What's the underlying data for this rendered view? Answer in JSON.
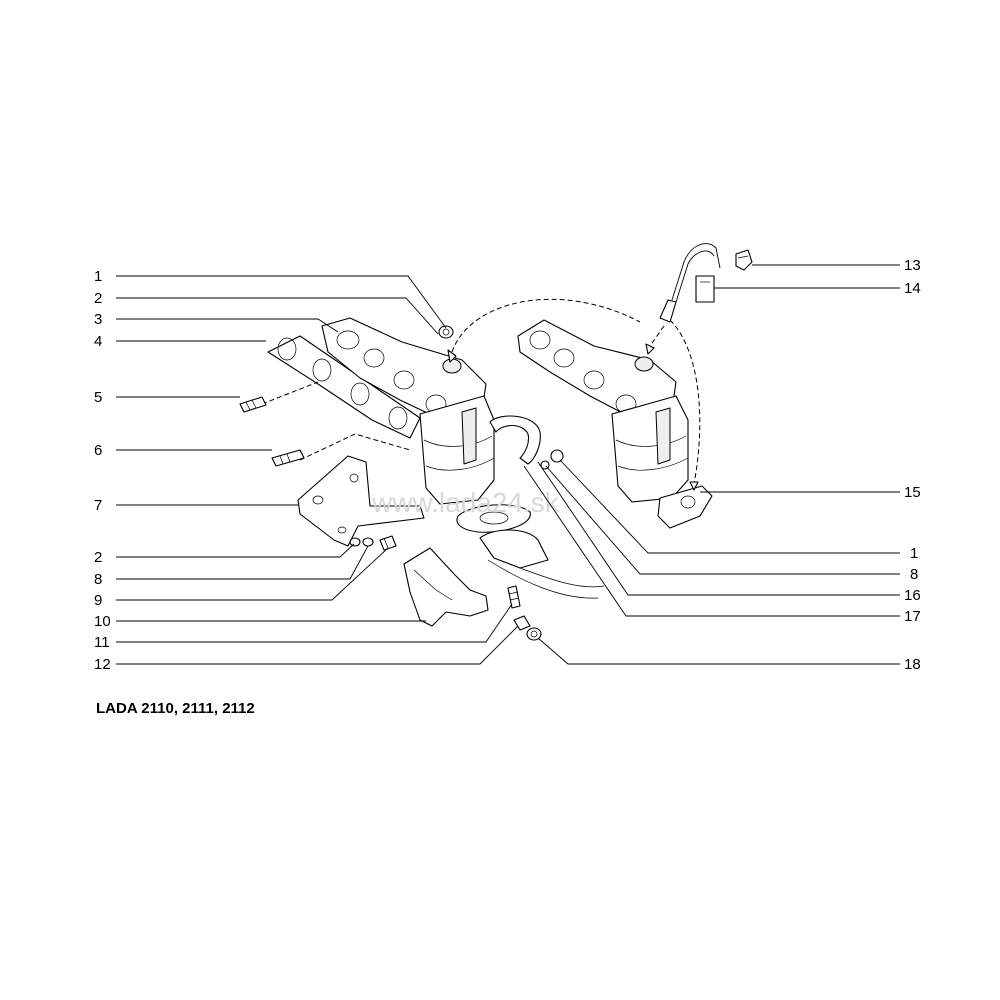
{
  "diagram": {
    "caption": "LADA 2110, 2111, 2112",
    "watermark": "www.lada24.sk",
    "callouts_left": [
      {
        "label": "1"
      },
      {
        "label": "2"
      },
      {
        "label": "3"
      },
      {
        "label": "4"
      },
      {
        "label": "5"
      },
      {
        "label": "6"
      },
      {
        "label": "7"
      },
      {
        "label": "2"
      },
      {
        "label": "8"
      },
      {
        "label": "9"
      },
      {
        "label": "10"
      },
      {
        "label": "11"
      },
      {
        "label": "12"
      }
    ],
    "callouts_right": [
      {
        "label": "13"
      },
      {
        "label": "14"
      },
      {
        "label": "15"
      },
      {
        "label": "1"
      },
      {
        "label": "8"
      },
      {
        "label": "16"
      },
      {
        "label": "17"
      },
      {
        "label": "18"
      }
    ]
  },
  "colors": {
    "line": "#000000",
    "background": "#ffffff",
    "watermark": "#d8d8d8"
  }
}
